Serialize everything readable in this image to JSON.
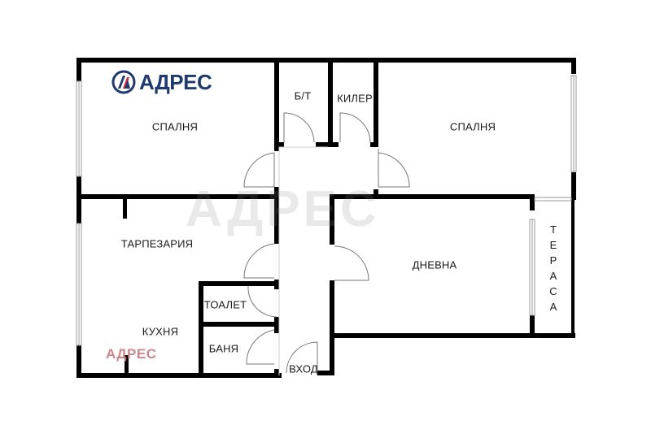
{
  "floor_plan": {
    "logo": {
      "icon": "adres-logo-icon",
      "text": "АДРЕС",
      "color": "#1f3a6e",
      "accent_color": "#d62b36"
    },
    "watermark_small": "АДРЕС",
    "watermark_large": "АДРЕС",
    "rooms": {
      "bedroom_left": "СПАЛНЯ",
      "bathroom_toilet": "Б/Т",
      "storage": "КИЛЕР",
      "bedroom_right": "СПАЛНЯ",
      "dining": "ТАРПЕЗАРИЯ",
      "kitchen": "КУХНЯ",
      "toilet": "ТОАЛЕТ",
      "bathroom": "БАНЯ",
      "entrance": "ВХОД",
      "living_room": "ДНЕВНА",
      "terrace": "ТЕРАСА",
      "terrace_letters": [
        "Т",
        "Е",
        "Р",
        "А",
        "С",
        "А"
      ]
    },
    "colors": {
      "wall": "#000000",
      "window": "#9a9a9a",
      "door_arc": "#777777",
      "watermark": "#c77a7e"
    }
  }
}
